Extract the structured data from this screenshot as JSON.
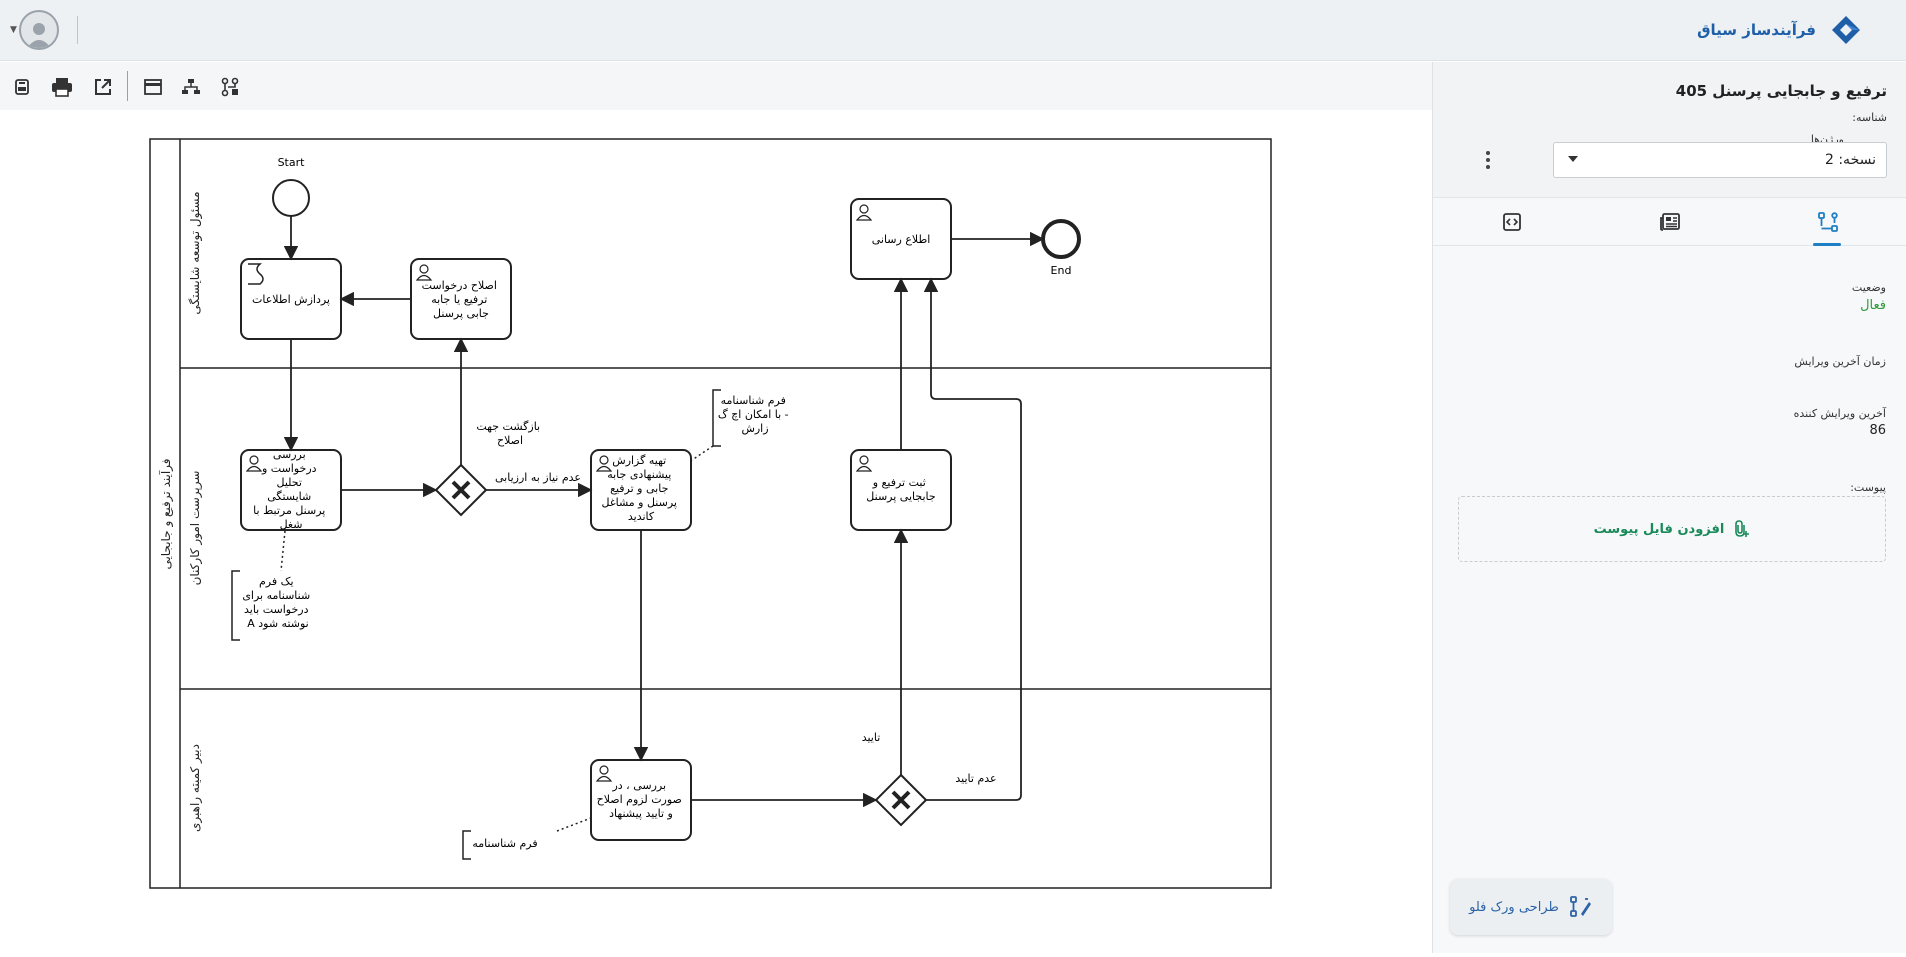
{
  "brand": {
    "name": "فرآیندساز سیاق"
  },
  "process": {
    "title": "ترفیع و جابجایی پرسنل 405",
    "id_label": "شناسه:",
    "versions_label": "ورژن‌ها",
    "version_value": "نسخه: 2"
  },
  "fields": {
    "status_label": "وضعیت",
    "status_value": "فعال",
    "last_edit_time_label": "زمان آخرین ویرایش",
    "last_editor_label": "آخرین ویرایش کننده",
    "last_editor_value": "86",
    "attachment_label": "پیوست:",
    "add_attachment": "افزودن فایل پیوست"
  },
  "workflow_button": "طراحی ورک فلو",
  "colors": {
    "brand": "#1f5fa8",
    "active": "#2e9b3c",
    "accent": "#1e7fc4",
    "attach": "#1a8a5a"
  },
  "diagram": {
    "pool": "فرآیند ترفیع و جابجایی",
    "lanes": [
      "مسئول توسعه شایستگی",
      "سرپرست امور کارکنان",
      "دبیر کمیته راهبری"
    ],
    "start_label": "Start",
    "end_label": "End",
    "tasks": {
      "process_info": [
        "پردازش اطلاعات"
      ],
      "fix_request": [
        "اصلاح درخواست",
        "ترفیع یا جابه",
        "جابی پرسنل"
      ],
      "notify": [
        "اطلاع رسانی"
      ],
      "review_request": [
        "بررسی",
        "درخواست و",
        "تحلیل",
        "شایستگی",
        "پرسنل مرتبط با",
        "شغل"
      ],
      "prepare_report": [
        "تهیه گزارش",
        "پیشنهادی جابه",
        "جابی و ترفیع",
        "پرسنل و مشاغل",
        "کاندید"
      ],
      "register_promotion": [
        "ثبت ترفیع و",
        "جابجایی پرسنل"
      ],
      "committee_review": [
        "بررسی ، در",
        "صورت لزوم اصلاح",
        "و تایید پیشنهاد"
      ]
    },
    "annotations": {
      "form_html": [
        "فرم شناسنامه",
        "با امکان اچ گ -",
        "زارش"
      ],
      "form_request": [
        "یک فرم",
        "شناسنامه برای",
        "درخواست باید",
        "A نوشته شود"
      ],
      "form_id": [
        "فرم شناسنامه"
      ]
    },
    "flows": {
      "return_fix": [
        "بازگشت جهت",
        "اصلاح"
      ],
      "no_eval": "عدم نیاز به ارزیابی",
      "approve": "تایید",
      "reject": "عدم تایید"
    }
  }
}
